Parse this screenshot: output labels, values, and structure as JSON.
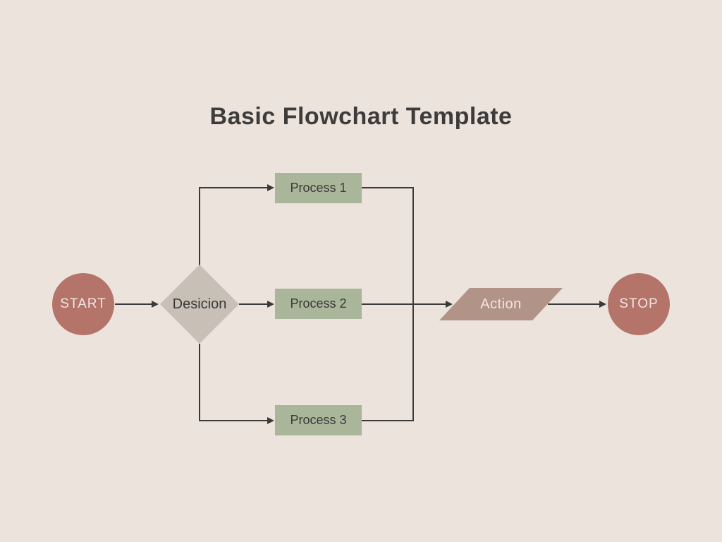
{
  "title": "Basic Flowchart Template",
  "colors": {
    "background": "#ECE3DD",
    "terminal": "#B5746A",
    "decision": "#C8C0B6",
    "process": "#A9B69A",
    "action": "#B29388",
    "connector": "#3A3A3A",
    "title_text": "#3E3C3A",
    "light_text": "#EFE6E1",
    "dark_text": "#3A3A38"
  },
  "nodes": {
    "start": {
      "label": "START",
      "shape": "circle"
    },
    "decision": {
      "label": "Desicion",
      "shape": "diamond"
    },
    "process1": {
      "label": "Process 1",
      "shape": "rectangle"
    },
    "process2": {
      "label": "Process 2",
      "shape": "rectangle"
    },
    "process3": {
      "label": "Process 3",
      "shape": "rectangle"
    },
    "action": {
      "label": "Action",
      "shape": "parallelogram"
    },
    "stop": {
      "label": "STOP",
      "shape": "circle"
    }
  },
  "edges": [
    {
      "from": "start",
      "to": "decision"
    },
    {
      "from": "decision",
      "to": "process1"
    },
    {
      "from": "decision",
      "to": "process2"
    },
    {
      "from": "decision",
      "to": "process3"
    },
    {
      "from": "process1",
      "to": "action"
    },
    {
      "from": "process2",
      "to": "action"
    },
    {
      "from": "process3",
      "to": "action"
    },
    {
      "from": "action",
      "to": "stop"
    }
  ]
}
